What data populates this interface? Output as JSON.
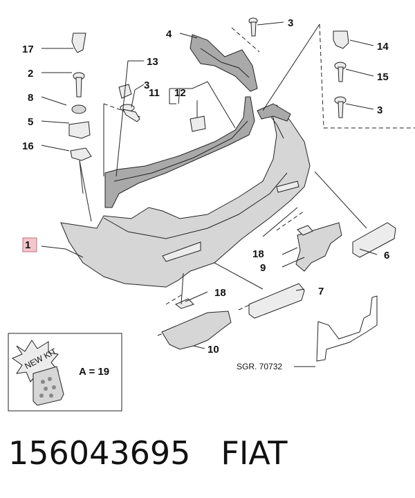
{
  "callouts": {
    "c1": "1",
    "c2": "2",
    "c3a": "3",
    "c3b": "3",
    "c3c": "3",
    "c4": "4",
    "c5": "5",
    "c6": "6",
    "c7": "7",
    "c8": "8",
    "c9": "9",
    "c10": "10",
    "c11": "11",
    "c12": "12",
    "c13": "13",
    "c14": "14",
    "c15": "15",
    "c16": "16",
    "c17": "17",
    "c18a": "18",
    "c18b": "18"
  },
  "kit": {
    "badge": "NEW KIT",
    "formula": "A = 19"
  },
  "reference": "SGR. 70732",
  "footer": {
    "part_number": "156043695",
    "brand": "FIAT"
  },
  "colors": {
    "highlight_box": "#f3c6cc",
    "line": "#222222",
    "part_fill": "#d6d6d6"
  }
}
